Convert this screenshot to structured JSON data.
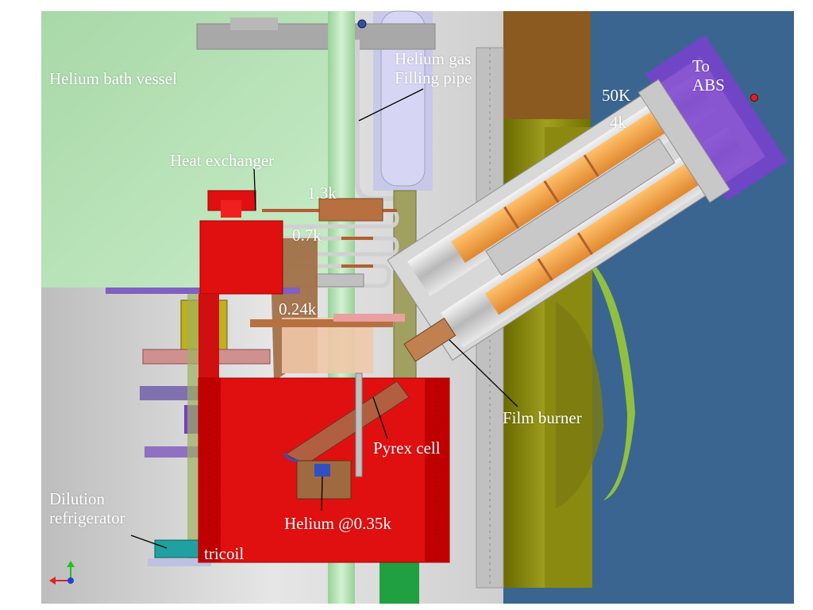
{
  "labels": {
    "helium_bath_vessel": "Helium bath vessel",
    "helium_gas_filling_pipe": "Helium gas\nFilling pipe",
    "to_abs": "To\nABS",
    "t_50k": "50K",
    "t_4k": "4k",
    "heat_exchanger": "Heat exchanger",
    "t_1_3k": "1.3k",
    "t_0_7k": "0.7k",
    "t_0_24k": "0.24k",
    "film_burner": "Film burner",
    "pyrex_cell": "Pyrex cell",
    "helium_0_35k": "Helium @0.35k",
    "dilution_refrigerator": "Dilution\nrefrigerator",
    "tricoil": "tricoil"
  },
  "colors": {
    "bath_vessel": "#bfe8c0",
    "blue_background": "#3a6590",
    "red_housing": "#e01010",
    "olive_flange": "#8a8a10",
    "copper": "#b87040",
    "orange_tube": "#f0a040",
    "purple_cap": "#7a40d0",
    "grey_wall": "#d8d8d8",
    "label_text": "#ffffff"
  },
  "icons": [
    "axis-triad-icon"
  ]
}
